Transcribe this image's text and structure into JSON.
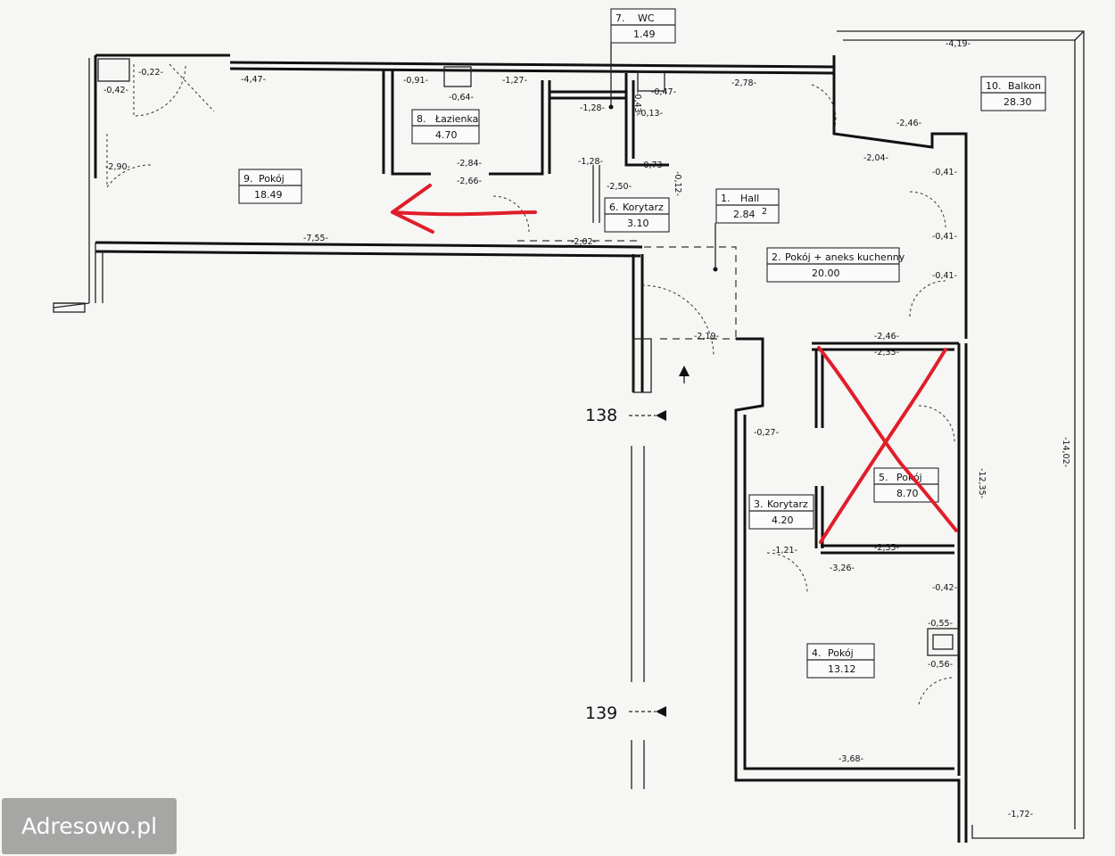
{
  "rooms": [
    {
      "num": "1.",
      "name": "Hall",
      "area": "2.84"
    },
    {
      "num": "2.",
      "name": "Pokój + aneks kuchenny",
      "area": "20.00"
    },
    {
      "num": "3.",
      "name": "Korytarz",
      "area": "4.20"
    },
    {
      "num": "4.",
      "name": "Pokój",
      "area": "13.12"
    },
    {
      "num": "5.",
      "name": "Pokój",
      "area": "8.70"
    },
    {
      "num": "6.",
      "name": "Korytarz",
      "area": "3.10"
    },
    {
      "num": "7.",
      "name": "WC",
      "area": "1.49"
    },
    {
      "num": "8.",
      "name": "Łazienka",
      "area": "4.70"
    },
    {
      "num": "9.",
      "name": "Pokój",
      "area": "18.49"
    },
    {
      "num": "10.",
      "name": "Balkon",
      "area": "28.30"
    }
  ],
  "unit": "m²",
  "markers": {
    "a": "138",
    "b": "139"
  },
  "dims": {
    "d447": "-4,47-",
    "d091": "-0,91-",
    "d064": "-0,64-",
    "d127": "-1,27-",
    "d278": "-2,78-",
    "d419": "-4,19-",
    "d042": "-0,42-",
    "d022": "-0,22-",
    "d290": "-2,90-",
    "d755": "-7,55-",
    "d202": "-2,02-",
    "d128": "-1,28-",
    "d013": "-0,13-",
    "d047": "-0,47-",
    "d073": "-0,73-",
    "d250": "-2,50-",
    "d284": "-2,84-",
    "d266": "-2,66-",
    "d246": "-2,46-",
    "d204": "-2,04-",
    "d041": "-0,41-",
    "d235": "-2,35-",
    "d027": "-0,27-",
    "d121": "-1,21-",
    "d326": "-3,26-",
    "d055": "-0,55-",
    "d056": "-0,56-",
    "d368": "-3,68-",
    "d172": "-1,72-",
    "d219": "-2,19-",
    "d1402": "-14,02-",
    "d1235": "-12,35-",
    "d012": "-0,12-",
    "d043": "-0,43-"
  },
  "watermark": "Adresowo.pl",
  "colors": {
    "annotation": "#e01e2a",
    "line": "#111111"
  }
}
